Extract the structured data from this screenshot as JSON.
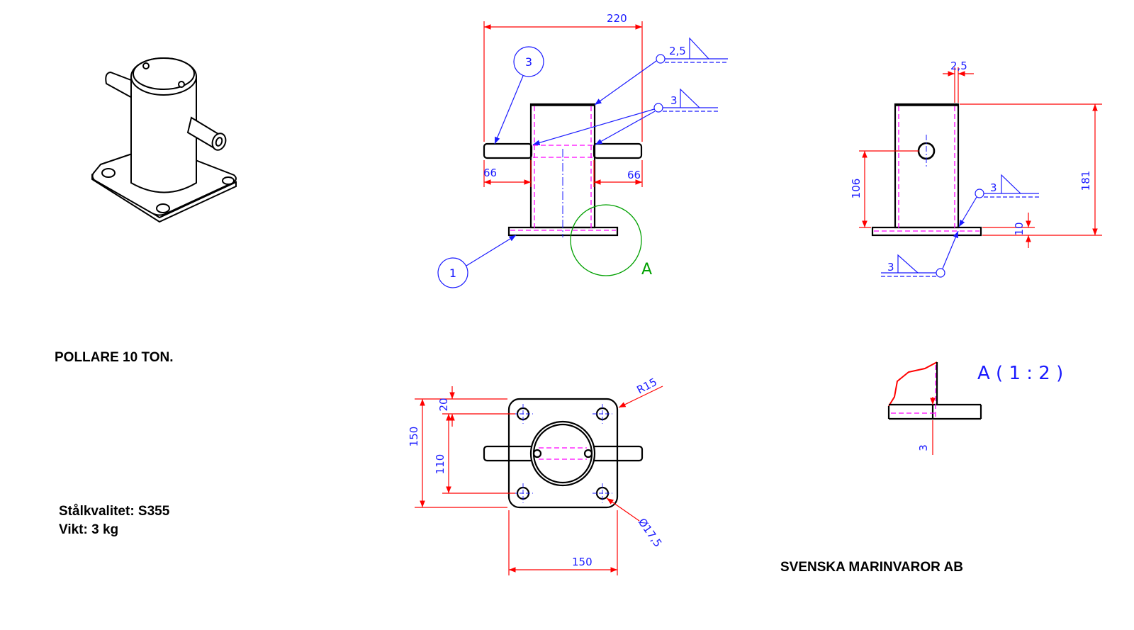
{
  "title": "POLLARE 10 TON.",
  "material": "Stålkvalitet: S355",
  "weight": "Vikt: 3 kg",
  "company": "SVENSKA MARINVAROR AB",
  "front_view": {
    "dims": {
      "overall_width": "220",
      "left_arm": "66",
      "right_arm": "66"
    },
    "weld_top": "2,5",
    "weld_arms": "3",
    "balloon_arm": "3",
    "balloon_plate": "1",
    "detail_label": "A"
  },
  "side_view": {
    "dims": {
      "wall": "2,5",
      "hole_height": "106",
      "total_height": "181",
      "plate_thickness": "10"
    },
    "weld_upper": "3",
    "weld_lower": "3"
  },
  "top_view": {
    "dims": {
      "edge_offset": "20",
      "hole_spacing": "110",
      "plate_height": "150",
      "plate_width": "150",
      "radius": "R15",
      "hole_dia": "Ø17,5"
    }
  },
  "detail_view": {
    "title": "A ( 1 : 2 )",
    "dim": "3"
  },
  "colors": {
    "dimension": "#ff0000",
    "annotation": "#1a1aff",
    "hidden": "#ff00ff",
    "detail": "#00a000",
    "outline": "#000000"
  }
}
